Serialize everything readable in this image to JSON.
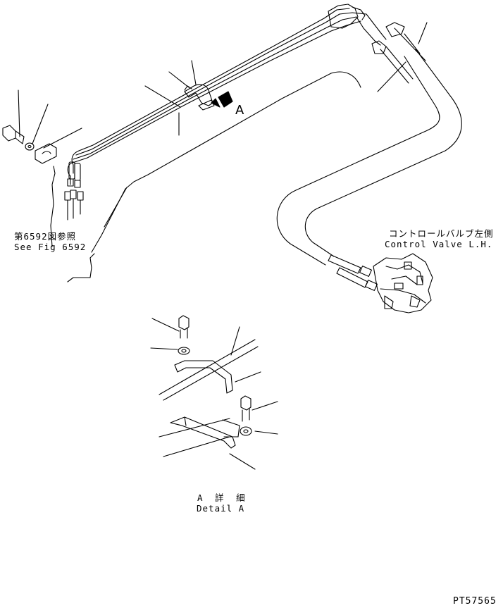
{
  "labels": {
    "fig_ref_jp": "第6592図参照",
    "fig_ref_en": "See Fig 6592",
    "control_valve_jp": "コントロールバルブ左側",
    "control_valve_en": "Control Valve L.H.",
    "view_arrow": "A",
    "detail_jp": "A 詳 細",
    "detail_en": "Detail A",
    "part_number": "PT57565"
  },
  "colors": {
    "ink": "#000000",
    "paper": "#ffffff"
  }
}
